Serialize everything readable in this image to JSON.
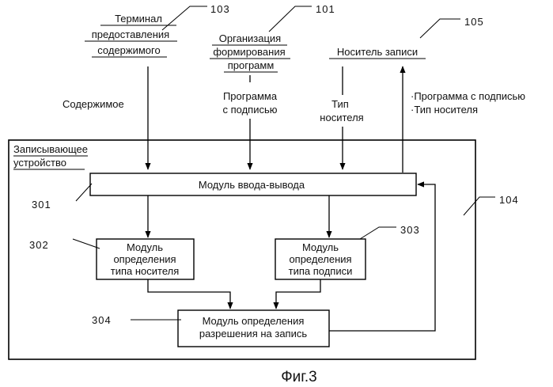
{
  "external": {
    "terminal": {
      "lines": [
        "Терминал",
        "предоставления",
        "содержимого"
      ],
      "ref": "103"
    },
    "organization": {
      "lines": [
        "Организация",
        "формирования",
        "программ"
      ],
      "ref": "101"
    },
    "medium": {
      "lines": [
        "Носитель записи"
      ],
      "ref": "105"
    }
  },
  "flows": {
    "content": "Содержимое",
    "signed_program": [
      "Программа",
      "с подписью"
    ],
    "medium_type": [
      "Тип",
      "носителя"
    ],
    "output_list": [
      "·Программа с подписью",
      "·Тип носителя"
    ]
  },
  "device": {
    "title": [
      "Записывающее",
      "устройство"
    ],
    "ref": "104",
    "io_module": {
      "label": "Модуль ввода-вывода",
      "ref": "301"
    },
    "medium_type_module": {
      "lines": [
        "Модуль",
        "определения",
        "типа носителя"
      ],
      "ref": "302"
    },
    "signature_type_module": {
      "lines": [
        "Модуль",
        "определения",
        "типа подписи"
      ],
      "ref": "303"
    },
    "permission_module": {
      "lines": [
        "Модуль определения",
        "разрешения на запись"
      ],
      "ref": "304"
    }
  },
  "caption": "Фиг.3"
}
